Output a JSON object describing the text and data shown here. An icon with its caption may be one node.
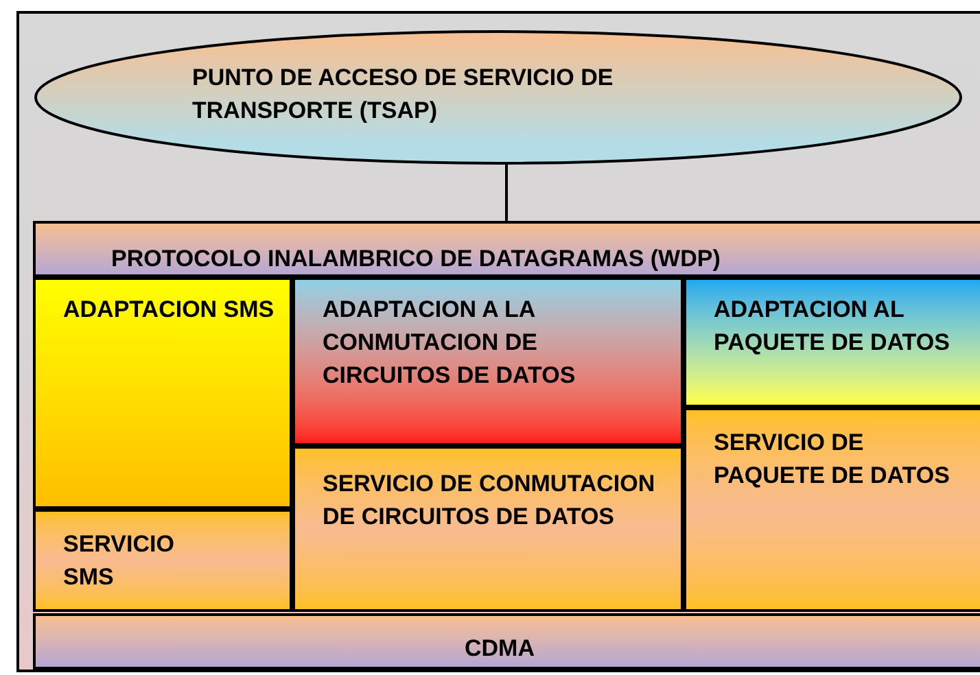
{
  "diagram": {
    "nodes": [
      {
        "text": [
          "PUNTO DE ACCESO DE SERVICIO DE TRANSPORTE  (TSAP)"
        ]
      },
      {
        "text": [
          "PROTOCOLO INALAMBRICO DE DATAGRAMAS (WDP)"
        ]
      },
      {
        "text": [
          "ADAPTACION SMS"
        ]
      },
      {
        "text": [
          "ADAPTACION A LA CONMUTACION DE CIRCUITOS DE DATOS"
        ]
      },
      {
        "text": [
          "ADAPTACION AL PAQUETE DE DATOS"
        ]
      },
      {
        "text": [
          "SERVICIO SMS"
        ]
      },
      {
        "text": [
          "SERVICIO DE CONMUTACION DE CIRCUITOS DE DATOS"
        ]
      },
      {
        "text": [
          "SERVICIO DE PAQUETE DE DATOS"
        ]
      },
      {
        "text": [
          "CDMA"
        ]
      }
    ],
    "edges": [
      {
        "from": 0,
        "to": 1,
        "arrow": "none"
      }
    ]
  }
}
